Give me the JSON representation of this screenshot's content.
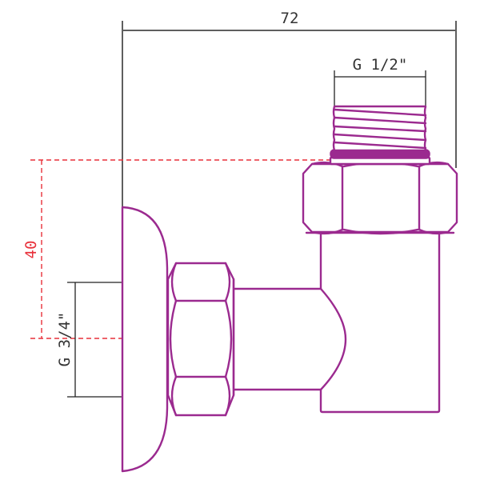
{
  "drawing": {
    "title": "Angle valve fitting with wall flange - dimensional drawing",
    "colors": {
      "outline": "#9b2a8f",
      "dimension_line": "#5f5f5f",
      "dimension_line_dark": "#222222",
      "offset_dimension": "#e8303a",
      "background": "#ffffff"
    },
    "dimensions": {
      "overall_width": {
        "label": "72",
        "orientation": "horizontal"
      },
      "top_thread": {
        "label": "G 1/2\"",
        "orientation": "horizontal"
      },
      "vertical_offset": {
        "label": "40",
        "orientation": "vertical",
        "style": "dashed-red"
      },
      "side_thread": {
        "label": "G 3/4\"",
        "orientation": "vertical"
      }
    },
    "parts": [
      "wall-flange",
      "side-hex-nut",
      "horizontal-body",
      "vertical-body",
      "top-hex-nut",
      "top-sealing-ring",
      "top-threaded-connector"
    ]
  }
}
